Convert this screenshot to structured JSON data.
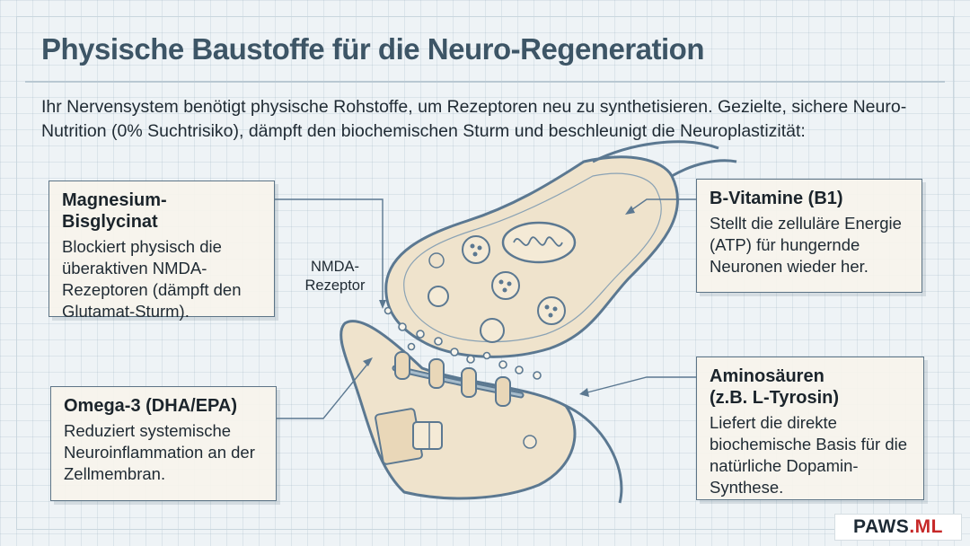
{
  "title": "Physische Baustoffe für die Neuro-Regeneration",
  "intro": "Ihr Nervensystem benötigt physische Rohstoffe, um Rezeptoren neu zu synthetisieren. Gezielte, sichere Neuro-Nutrition (0% Suchtrisiko), dämpft den biochemischen Sturm und beschleunigt die Neuroplastizität:",
  "cards": {
    "magnesium": {
      "heading": "Magnesium-Bisglycinat",
      "text": "Blockiert physisch die überaktiven NMDA-Rezeptoren (dämpft den Glutamat-Sturm)."
    },
    "b_vitamine": {
      "heading": "B-Vitamine (B1)",
      "text": "Stellt die zelluläre Energie (ATP) für hungernde Neuronen wieder her."
    },
    "omega3": {
      "heading": "Omega-3 (DHA/EPA)",
      "text": "Reduziert systemische Neuroinflammation an der Zellmembran."
    },
    "aminosaeuren": {
      "heading": "Aminosäuren\n(z.B. L-Tyrosin)",
      "text": "Liefert die direkte biochemische Basis für die natürliche Dopamin-Synthese."
    }
  },
  "diagram_label": "NMDA-\nRezeptor",
  "brand": {
    "name": "PAWS",
    "suffix": ".ML",
    "suffix_color": "#c62828"
  },
  "colors": {
    "title": "#3d5566",
    "card_border": "#5d7486",
    "card_fill": "#f7f4ec",
    "neuron_fill": "#efe3cc",
    "neuron_stroke": "#5b7891"
  }
}
